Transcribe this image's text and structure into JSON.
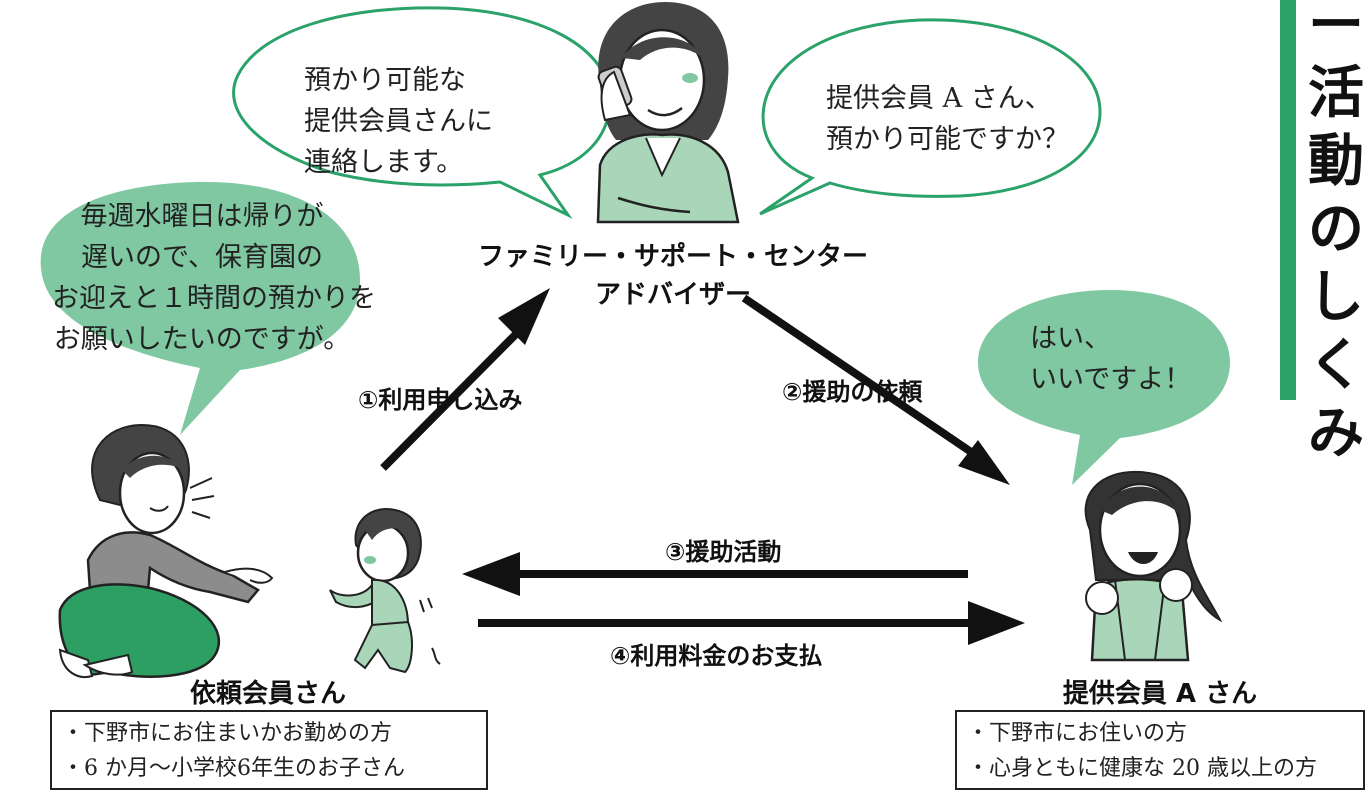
{
  "speech": {
    "advisor_left": "預かり可能な\n提供会員さんに\n連絡します。",
    "advisor_right": "提供会員 A さん、\n預かり可能ですか？",
    "requester": "毎週水曜日は帰りが\n遅いので、保育園の\nお迎えと１時間の預かりを\nお願いしたいのですが。",
    "provider": "はい、\nいいですよ！"
  },
  "roles": {
    "center": "ファミリー・サポート・センター\nアドバイザー",
    "requester": "依頼会員さん",
    "provider": "提供会員 A さん"
  },
  "steps": {
    "step1": "①利用申し込み",
    "step2": "②援助の依頼",
    "step3": "③援助活動",
    "step4": "④利用料金のお支払"
  },
  "requester_conditions": [
    "・下野市にお住まいかお勤めの方",
    "・6 か月〜小学校6年生のお子さん"
  ],
  "provider_conditions": [
    "・下野市にお住いの方",
    "・心身ともに健康な 20 歳以上の方"
  ],
  "side_title": [
    "ー",
    "活",
    "動",
    "の",
    "し",
    "く",
    "み"
  ],
  "colors": {
    "accent_green": "#2ba26a",
    "bubble_green_fill": "#7fc8a2",
    "clothing_green": "#a9d6b9",
    "pants_green": "#2e9f63"
  }
}
